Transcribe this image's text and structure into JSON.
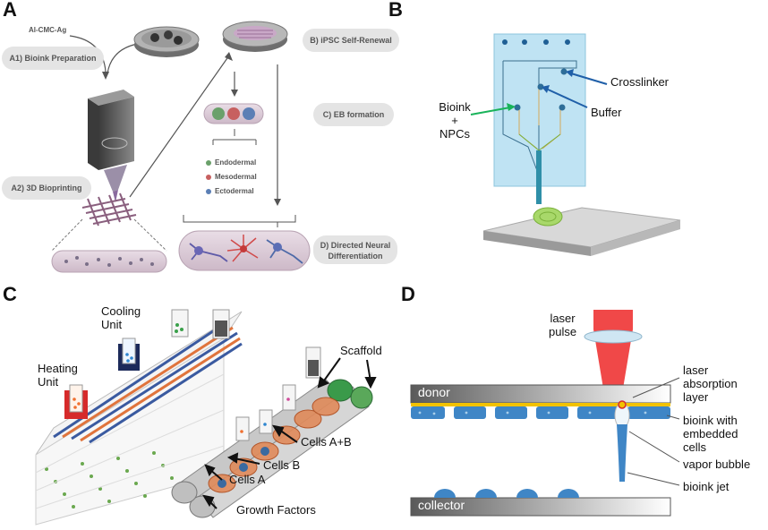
{
  "panels": {
    "a": {
      "label": "A",
      "material": "Al-CMC-Ag",
      "steps": {
        "bioink": "A1) Bioink Preparation",
        "bioprinting": "A2) 3D Bioprinting",
        "renewal": "B) iPSC Self-Renewal",
        "eb": "C) EB formation",
        "neural_1": "D) Directed Neural",
        "neural_2": "Differentiation"
      },
      "germ_layers": [
        "Endodermal",
        "Mesodermal",
        "Ectodermal"
      ]
    },
    "b": {
      "label": "B",
      "bioink_line1": "Bioink",
      "bioink_plus": "+",
      "bioink_line2": "NPCs",
      "crosslinker": "Crosslinker",
      "buffer": "Buffer"
    },
    "c": {
      "label": "C",
      "cooling_1": "Cooling",
      "cooling_2": "Unit",
      "heating_1": "Heating",
      "heating_2": "Unit",
      "scaffold": "Scaffold",
      "cells_ab": "Cells A+B",
      "cells_b": "Cells B",
      "cells_a": "Cells A",
      "growth": "Growth Factors"
    },
    "d": {
      "label": "D",
      "laser_1": "laser",
      "laser_2": "pulse",
      "donor": "donor",
      "collector": "collector",
      "absorption_1": "laser",
      "absorption_2": "absorption",
      "absorption_3": "layer",
      "bioink_1": "bioink with",
      "bioink_2": "embedded",
      "bioink_3": "cells",
      "vapor": "vapor bubble",
      "jet": "bioink jet"
    }
  },
  "colors": {
    "chip_blue": "#bfe3f3",
    "green_arrow": "#19b35a",
    "navy_arrow": "#1f5fa8",
    "laser_red": "#f04848",
    "bioink_blue": "#3f86c6",
    "absorption_yellow": "#f2c200",
    "bar_gray": "#6f6f6f"
  }
}
